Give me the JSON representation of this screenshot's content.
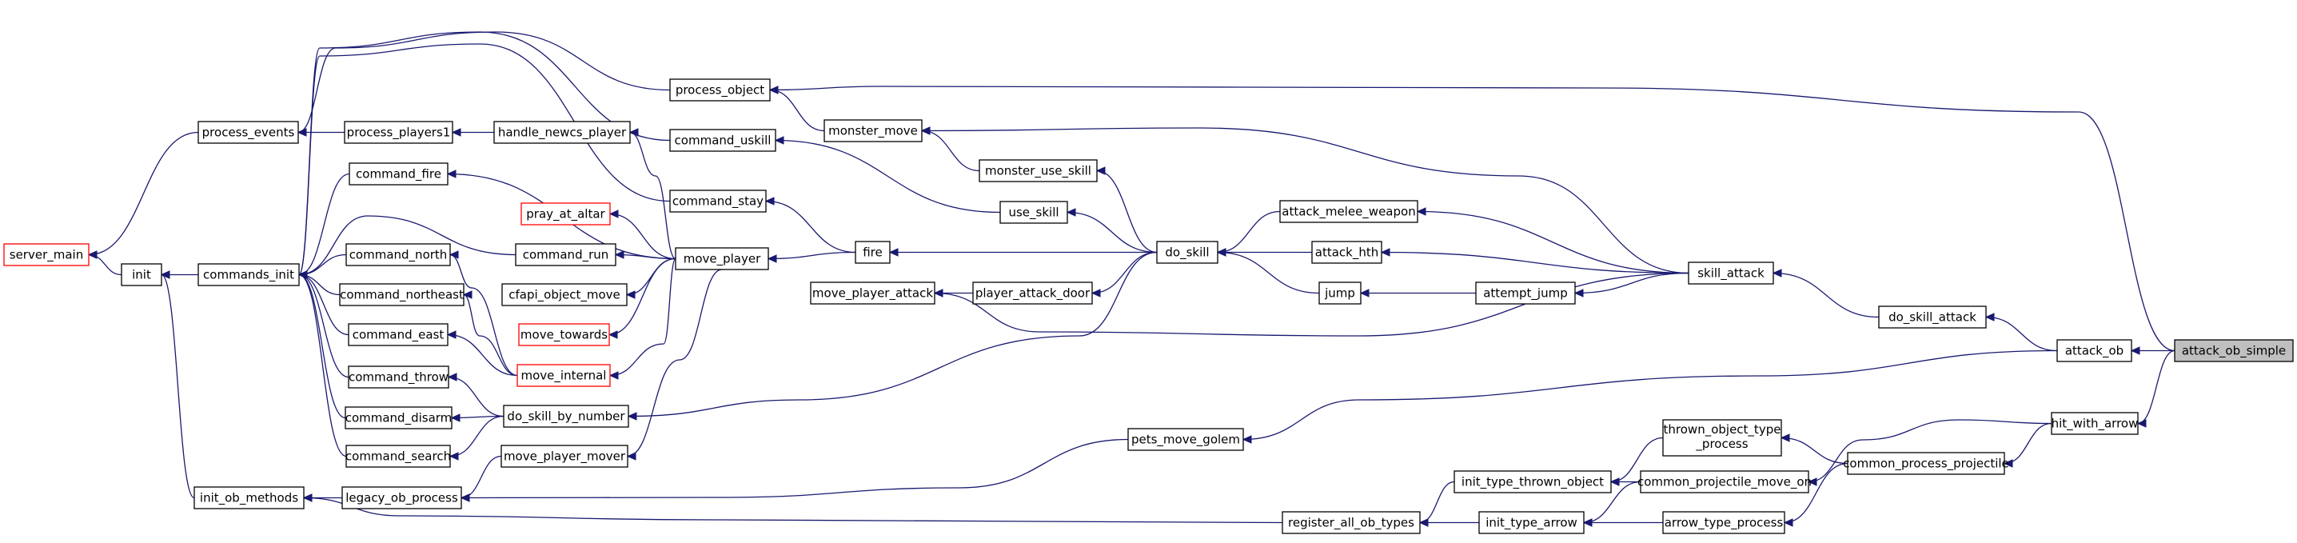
{
  "graph": {
    "edge_color": "#191970",
    "highlight_fill": "#bfbfbf",
    "red_border_color": "#ff0000",
    "nodes": [
      {
        "id": "server_main",
        "label": "server_main",
        "red": true
      },
      {
        "id": "init",
        "label": "init"
      },
      {
        "id": "init_ob_methods",
        "label": "init_ob_methods"
      },
      {
        "id": "process_events",
        "label": "process_events"
      },
      {
        "id": "commands_init",
        "label": "commands_init"
      },
      {
        "id": "process_players1",
        "label": "process_players1"
      },
      {
        "id": "handle_newcs_player",
        "label": "handle_newcs_player"
      },
      {
        "id": "process_object",
        "label": "process_object"
      },
      {
        "id": "command_uskill",
        "label": "command_uskill"
      },
      {
        "id": "monster_move",
        "label": "monster_move"
      },
      {
        "id": "command_fire",
        "label": "command_fire"
      },
      {
        "id": "command_stay",
        "label": "command_stay"
      },
      {
        "id": "monster_use_skill",
        "label": "monster_use_skill"
      },
      {
        "id": "pray_at_altar",
        "label": "pray_at_altar",
        "red": true
      },
      {
        "id": "use_skill",
        "label": "use_skill"
      },
      {
        "id": "attack_melee_weapon",
        "label": "attack_melee_weapon"
      },
      {
        "id": "command_north",
        "label": "command_north"
      },
      {
        "id": "command_run",
        "label": "command_run"
      },
      {
        "id": "move_player",
        "label": "move_player"
      },
      {
        "id": "fire",
        "label": "fire"
      },
      {
        "id": "do_skill",
        "label": "do_skill"
      },
      {
        "id": "attack_hth",
        "label": "attack_hth"
      },
      {
        "id": "skill_attack",
        "label": "skill_attack"
      },
      {
        "id": "command_northeast",
        "label": "command_northeast"
      },
      {
        "id": "cfapi_object_move",
        "label": "cfapi_object_move"
      },
      {
        "id": "move_player_attack",
        "label": "move_player_attack"
      },
      {
        "id": "player_attack_door",
        "label": "player_attack_door"
      },
      {
        "id": "jump",
        "label": "jump"
      },
      {
        "id": "attempt_jump",
        "label": "attempt_jump"
      },
      {
        "id": "do_skill_attack",
        "label": "do_skill_attack"
      },
      {
        "id": "command_east",
        "label": "command_east"
      },
      {
        "id": "move_towards",
        "label": "move_towards",
        "red": true
      },
      {
        "id": "attack_ob",
        "label": "attack_ob"
      },
      {
        "id": "attack_ob_simple",
        "label": "attack_ob_simple",
        "focus": true
      },
      {
        "id": "move_internal",
        "label": "move_internal",
        "red": true
      },
      {
        "id": "command_throw",
        "label": "command_throw"
      },
      {
        "id": "do_skill_by_number",
        "label": "do_skill_by_number"
      },
      {
        "id": "command_disarm",
        "label": "command_disarm"
      },
      {
        "id": "thrown_object_type_process",
        "label": "thrown_object_type\n_process"
      },
      {
        "id": "hit_with_arrow",
        "label": "hit_with_arrow"
      },
      {
        "id": "pets_move_golem",
        "label": "pets_move_golem"
      },
      {
        "id": "command_search",
        "label": "command_search"
      },
      {
        "id": "move_player_mover",
        "label": "move_player_mover"
      },
      {
        "id": "common_process_projectile",
        "label": "common_process_projectile"
      },
      {
        "id": "init_type_thrown_object",
        "label": "init_type_thrown_object"
      },
      {
        "id": "common_projectile_move_on",
        "label": "common_projectile_move_on"
      },
      {
        "id": "legacy_ob_process",
        "label": "legacy_ob_process"
      },
      {
        "id": "register_all_ob_types",
        "label": "register_all_ob_types"
      },
      {
        "id": "init_type_arrow",
        "label": "init_type_arrow"
      },
      {
        "id": "arrow_type_process",
        "label": "arrow_type_process"
      }
    ],
    "edges": [
      [
        "init",
        "server_main"
      ],
      [
        "process_events",
        "server_main"
      ],
      [
        "commands_init",
        "init"
      ],
      [
        "init_ob_methods",
        "init"
      ],
      [
        "process_players1",
        "process_events"
      ],
      [
        "process_object",
        "process_events"
      ],
      [
        "handle_newcs_player",
        "process_players1"
      ],
      [
        "move_player",
        "handle_newcs_player"
      ],
      [
        "command_uskill",
        "commands_init"
      ],
      [
        "command_stay",
        "commands_init"
      ],
      [
        "command_fire",
        "commands_init"
      ],
      [
        "command_run",
        "commands_init"
      ],
      [
        "command_north",
        "commands_init"
      ],
      [
        "command_northeast",
        "commands_init"
      ],
      [
        "command_east",
        "commands_init"
      ],
      [
        "command_throw",
        "commands_init"
      ],
      [
        "command_disarm",
        "commands_init"
      ],
      [
        "command_search",
        "commands_init"
      ],
      [
        "legacy_ob_process",
        "init_ob_methods"
      ],
      [
        "register_all_ob_types",
        "init_ob_methods"
      ],
      [
        "monster_move",
        "process_object"
      ],
      [
        "attack_ob_simple",
        "process_object"
      ],
      [
        "move_player",
        "command_fire"
      ],
      [
        "move_player",
        "command_run"
      ],
      [
        "move_internal",
        "command_north"
      ],
      [
        "move_internal",
        "command_northeast"
      ],
      [
        "move_internal",
        "command_east"
      ],
      [
        "do_skill_by_number",
        "command_throw"
      ],
      [
        "do_skill_by_number",
        "command_disarm"
      ],
      [
        "do_skill_by_number",
        "command_search"
      ],
      [
        "use_skill",
        "command_uskill"
      ],
      [
        "fire",
        "command_stay"
      ],
      [
        "fire",
        "move_player"
      ],
      [
        "move_player",
        "pray_at_altar"
      ],
      [
        "move_player",
        "cfapi_object_move"
      ],
      [
        "move_player",
        "move_towards"
      ],
      [
        "move_player",
        "move_internal"
      ],
      [
        "move_player",
        "move_player_mover"
      ],
      [
        "move_player_mover",
        "legacy_ob_process"
      ],
      [
        "pets_move_golem",
        "legacy_ob_process"
      ],
      [
        "monster_use_skill",
        "monster_move"
      ],
      [
        "skill_attack",
        "monster_move"
      ],
      [
        "do_skill",
        "monster_use_skill"
      ],
      [
        "do_skill",
        "use_skill"
      ],
      [
        "do_skill",
        "fire"
      ],
      [
        "do_skill",
        "do_skill_by_number"
      ],
      [
        "do_skill",
        "player_attack_door"
      ],
      [
        "player_attack_door",
        "move_player_attack"
      ],
      [
        "skill_attack",
        "move_player_attack"
      ],
      [
        "attack_melee_weapon",
        "do_skill"
      ],
      [
        "attack_hth",
        "do_skill"
      ],
      [
        "jump",
        "do_skill"
      ],
      [
        "attempt_jump",
        "jump"
      ],
      [
        "skill_attack",
        "attack_melee_weapon"
      ],
      [
        "skill_attack",
        "attack_hth"
      ],
      [
        "skill_attack",
        "attempt_jump"
      ],
      [
        "do_skill_attack",
        "skill_attack"
      ],
      [
        "attack_ob",
        "do_skill_attack"
      ],
      [
        "attack_ob",
        "pets_move_golem"
      ],
      [
        "attack_ob_simple",
        "attack_ob"
      ],
      [
        "attack_ob_simple",
        "hit_with_arrow"
      ],
      [
        "hit_with_arrow",
        "common_process_projectile"
      ],
      [
        "hit_with_arrow",
        "common_projectile_move_on"
      ],
      [
        "common_process_projectile",
        "thrown_object_type_process"
      ],
      [
        "common_process_projectile",
        "arrow_type_process"
      ],
      [
        "thrown_object_type_process",
        "init_type_thrown_object"
      ],
      [
        "common_projectile_move_on",
        "init_type_thrown_object"
      ],
      [
        "common_projectile_move_on",
        "init_type_arrow"
      ],
      [
        "arrow_type_process",
        "init_type_arrow"
      ],
      [
        "init_type_thrown_object",
        "register_all_ob_types"
      ],
      [
        "init_type_arrow",
        "register_all_ob_types"
      ]
    ]
  }
}
